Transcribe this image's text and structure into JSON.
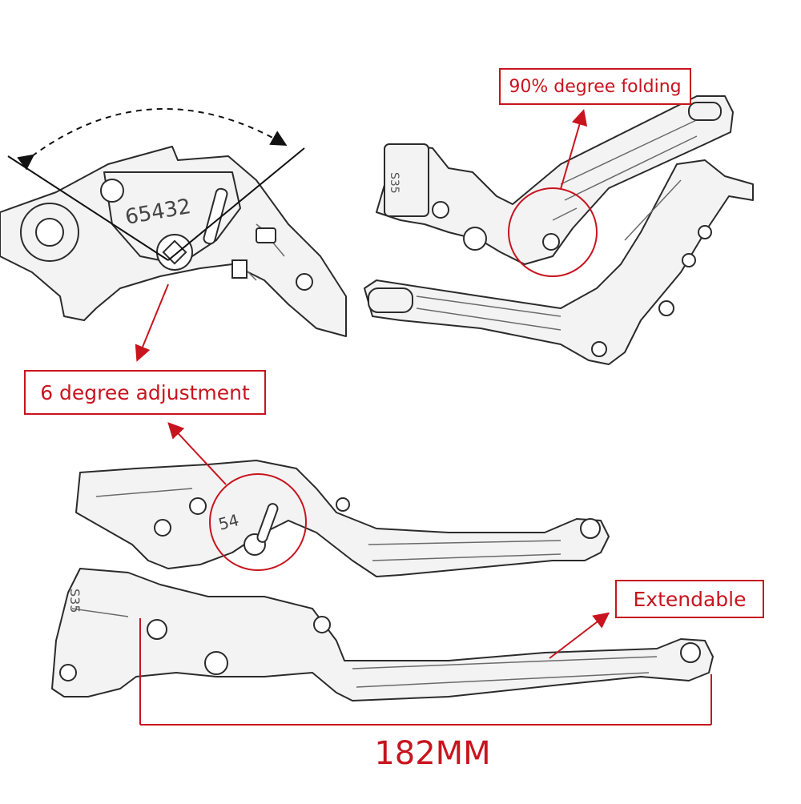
{
  "annotations": {
    "folding": "90% degree folding",
    "adjustment": "6 degree adjustment",
    "extendable": "Extendable",
    "dimension": "182MM"
  },
  "colors": {
    "accent": "#c8141e",
    "background": "#ffffff",
    "sketch_line": "#2b2b2b"
  }
}
